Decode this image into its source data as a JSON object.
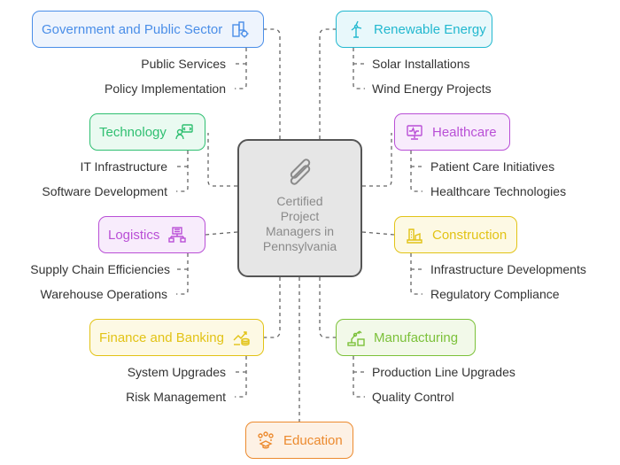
{
  "center": {
    "lines": [
      "Certified",
      "Project",
      "Managers in",
      "Pennsylvania"
    ]
  },
  "sectors": {
    "government": {
      "label": "Government and Public Sector",
      "items": [
        "Public Services",
        "Policy Implementation"
      ],
      "color": "#4a8ee8",
      "fill": "#eef4fd",
      "icon": "government-building-icon"
    },
    "renewable": {
      "label": "Renewable Energy",
      "items": [
        "Solar Installations",
        "Wind Energy Projects"
      ],
      "color": "#22b8cf",
      "fill": "#e8f8fb",
      "icon": "wind-turbine-icon"
    },
    "technology": {
      "label": "Technology",
      "items": [
        "IT Infrastructure",
        "Software Development"
      ],
      "color": "#2fbf71",
      "fill": "#eafaf1",
      "icon": "developer-icon"
    },
    "healthcare": {
      "label": "Healthcare",
      "items": [
        "Patient Care Initiatives",
        "Healthcare Technologies"
      ],
      "color": "#b94fd6",
      "fill": "#f8ecfc",
      "icon": "medical-monitor-icon"
    },
    "logistics": {
      "label": "Logistics",
      "items": [
        "Supply Chain Efficiencies",
        "Warehouse Operations"
      ],
      "color": "#b94fd6",
      "fill": "#f8ecfc",
      "icon": "warehouse-icon"
    },
    "construction": {
      "label": "Construction",
      "items": [
        "Infrastructure Developments",
        "Regulatory Compliance"
      ],
      "color": "#e2c316",
      "fill": "#fdf9e4",
      "icon": "construction-icon"
    },
    "finance": {
      "label": "Finance and Banking",
      "items": [
        "System Upgrades",
        "Risk Management"
      ],
      "color": "#e2c316",
      "fill": "#fdf9e4",
      "icon": "finance-growth-icon"
    },
    "manufacturing": {
      "label": "Manufacturing",
      "items": [
        "Production Line Upgrades",
        "Quality Control"
      ],
      "color": "#7cc13a",
      "fill": "#f2f9e9",
      "icon": "robot-arm-icon"
    },
    "education": {
      "label": "Education",
      "items": [],
      "color": "#ec8a2e",
      "fill": "#fdf1e5",
      "icon": "education-icon"
    }
  }
}
